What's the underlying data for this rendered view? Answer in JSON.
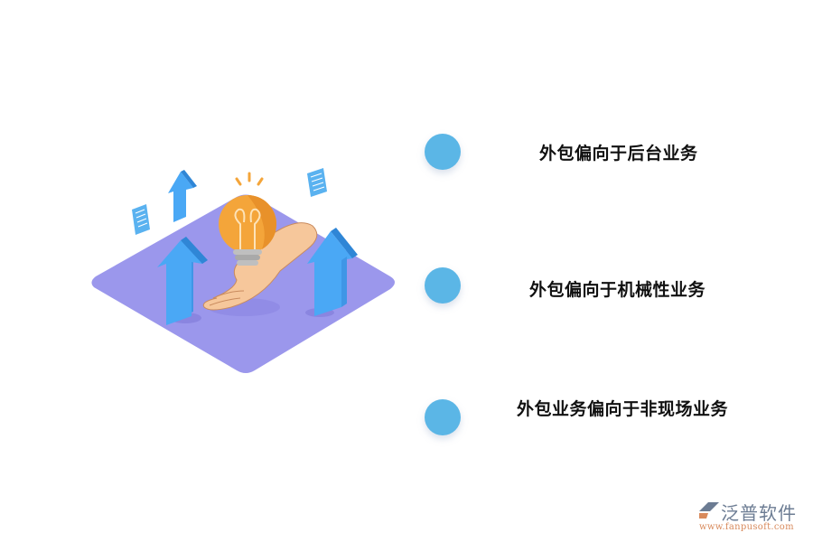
{
  "items": [
    {
      "label": "外包偏向于后台业务"
    },
    {
      "label": "外包偏向于机械性业务"
    },
    {
      "label": "外包业务偏向于非现场业务"
    }
  ],
  "illustration": {
    "description": "Isometric purple platform with a hand holding a glowing light bulb, blue up arrows and floating documents",
    "colors": {
      "platform": "#9b97ec",
      "arrow": "#4aa8f5",
      "bulb": "#f4a53a",
      "hand": "#f6c79b",
      "document": "#5ab2f0"
    }
  },
  "colors": {
    "dot": "#5bb6e6",
    "text": "#111111"
  },
  "logo": {
    "name": "泛普软件",
    "url": "www.fanpusoft.com"
  }
}
